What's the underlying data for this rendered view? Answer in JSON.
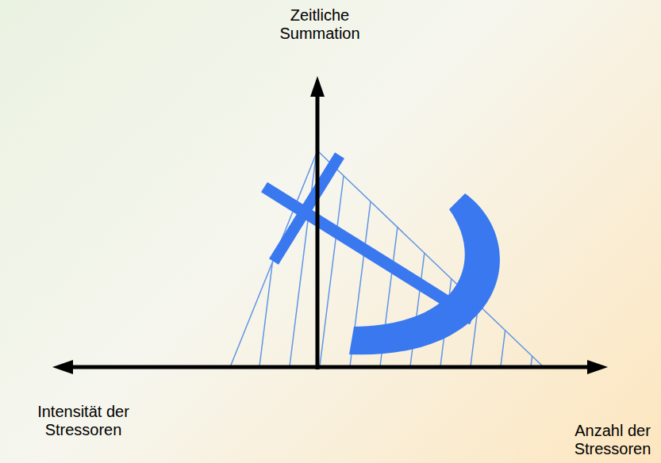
{
  "diagram": {
    "labels": [
      "Zeitliche Summation",
      "Intensität der Stressoren",
      "Anzahl der Stressoren"
    ]
  }
}
